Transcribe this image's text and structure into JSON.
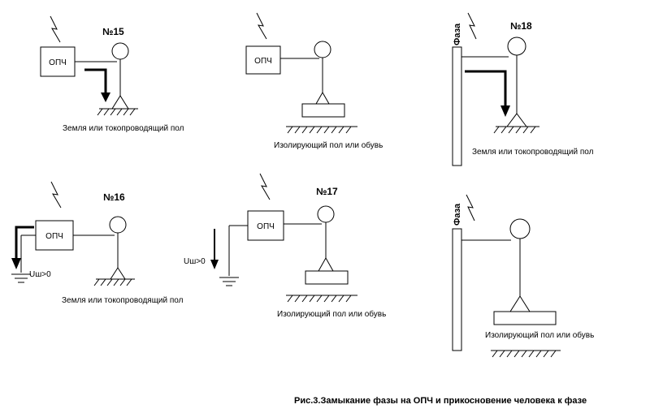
{
  "colors": {
    "ink": "#000000",
    "paper": "#ffffff"
  },
  "device_label": "ОПЧ",
  "phase_label": "Фаза",
  "voltage_label": "Uш>0",
  "floor": {
    "conductive": "Земля или токопроводящий пол",
    "insulating": "Изолирующий пол или обувь"
  },
  "schemes": {
    "s15": {
      "number": "№15"
    },
    "s16": {
      "number": "№16"
    },
    "s17": {
      "number": "№17"
    },
    "s18": {
      "number": "№18"
    }
  },
  "caption": "Рис.3.Замыкание фазы на ОПЧ и прикосновение человека к фазе"
}
